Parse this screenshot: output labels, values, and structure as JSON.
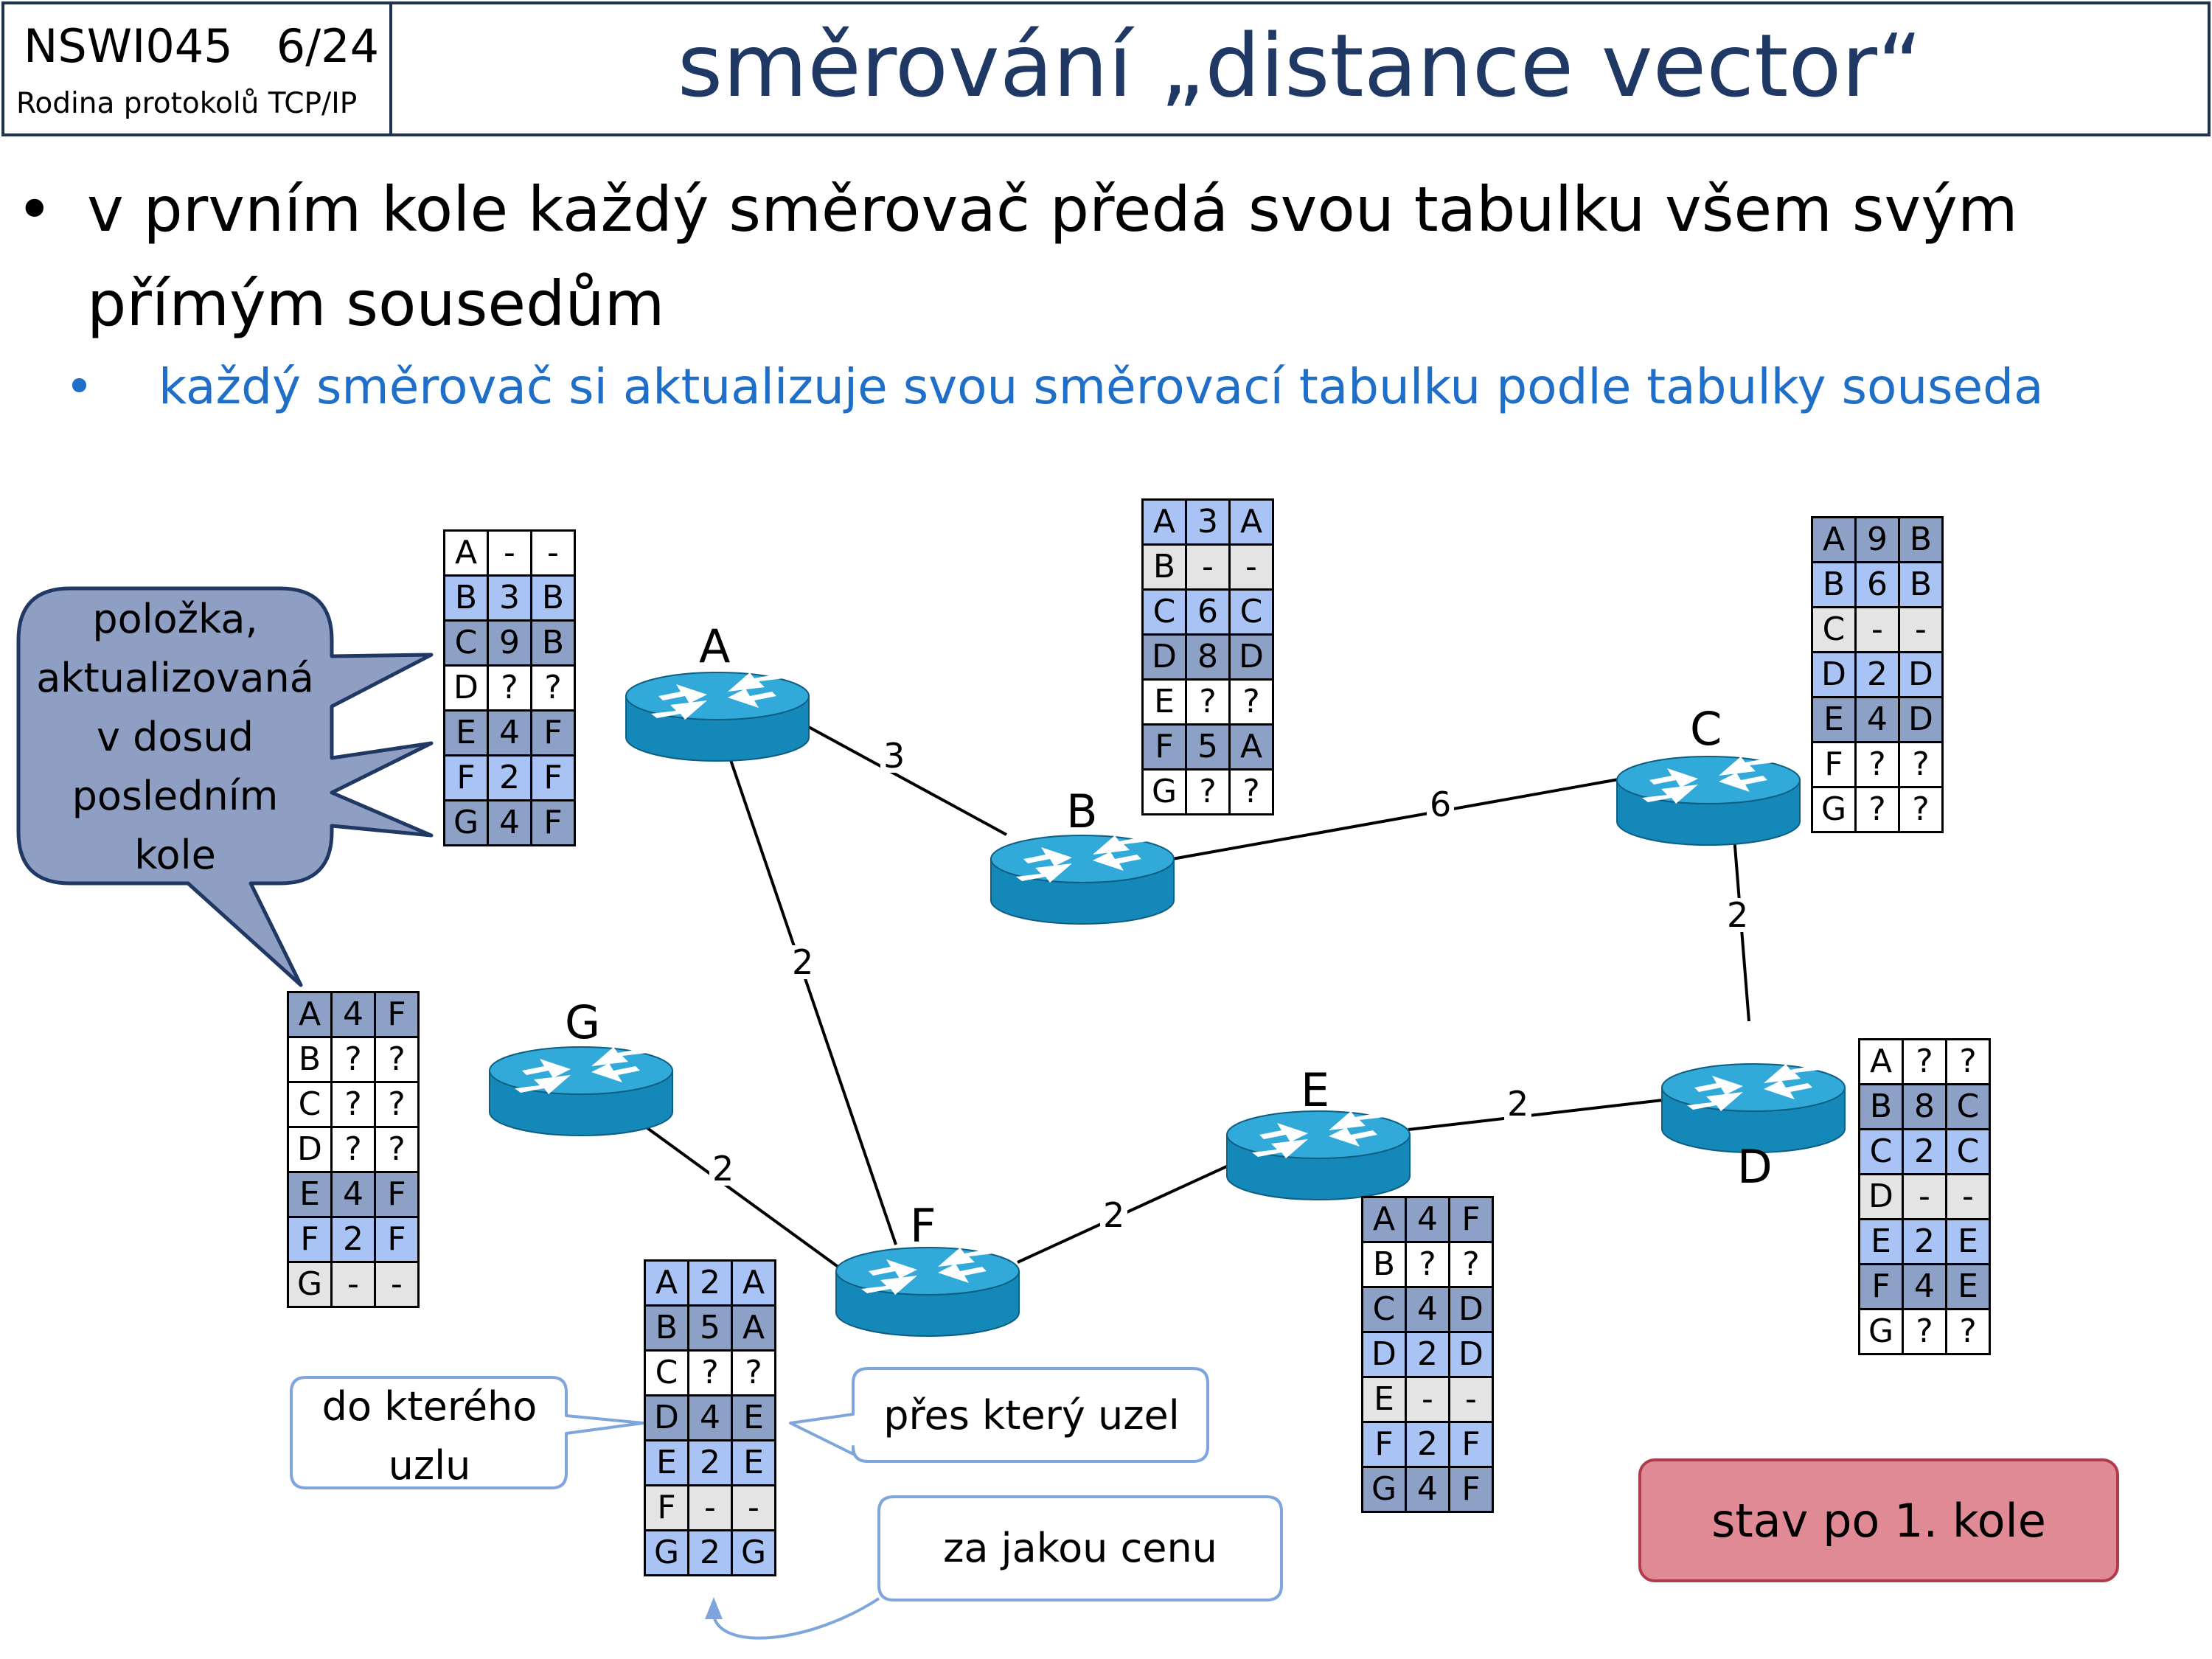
{
  "header": {
    "course": "NSWI045   6/24",
    "course_subtitle": "Rodina protokolů TCP/IP",
    "title": "směrování „distance vector“"
  },
  "bullets": {
    "level1": "v prvním kole každý směrovač předá svou tabulku všem svým přímým sousedům",
    "level2": "každý směrovač si aktualizuje svou směrovací tabulku podle tabulky souseda"
  },
  "nodes": {
    "A": "A",
    "B": "B",
    "C": "C",
    "D": "D",
    "E": "E",
    "F": "F",
    "G": "G"
  },
  "edges": {
    "AB": "3",
    "AF": "2",
    "BC": "6",
    "CD": "2",
    "DE": "2",
    "EF": "2",
    "GF": "2"
  },
  "callouts": {
    "updated": "položka, aktualizovaná v dosud posledním kole",
    "dest_line1": "do kterého",
    "dest_line2": "uzlu",
    "via": "přes který uzel",
    "cost": "za jakou cenu"
  },
  "status": "stav po 1. kole",
  "colors": {
    "title": "#1f3864",
    "subbullet": "#1f6fc8",
    "cell_default": "#ffffff",
    "cell_light": "#a9c4f4",
    "cell_updated": "#8da0c6",
    "cell_self": "#e4e4e4",
    "router_body": "#1488b8",
    "router_top": "#31a9d9",
    "callout_fill": "#8f9ec3",
    "status_fill": "#e08a96"
  },
  "tables": {
    "A": [
      [
        "A",
        "-",
        "-"
      ],
      [
        "B",
        "3",
        "B"
      ],
      [
        "C",
        "9",
        "B"
      ],
      [
        "D",
        "?",
        "?"
      ],
      [
        "E",
        "4",
        "F"
      ],
      [
        "F",
        "2",
        "F"
      ],
      [
        "G",
        "4",
        "F"
      ]
    ],
    "B": [
      [
        "A",
        "3",
        "A"
      ],
      [
        "B",
        "-",
        "-"
      ],
      [
        "C",
        "6",
        "C"
      ],
      [
        "D",
        "8",
        "D"
      ],
      [
        "E",
        "?",
        "?"
      ],
      [
        "F",
        "5",
        "A"
      ],
      [
        "G",
        "?",
        "?"
      ]
    ],
    "C": [
      [
        "A",
        "9",
        "B"
      ],
      [
        "B",
        "6",
        "B"
      ],
      [
        "C",
        "-",
        "-"
      ],
      [
        "D",
        "2",
        "D"
      ],
      [
        "E",
        "4",
        "D"
      ],
      [
        "F",
        "?",
        "?"
      ],
      [
        "G",
        "?",
        "?"
      ]
    ],
    "D": [
      [
        "A",
        "?",
        "?"
      ],
      [
        "B",
        "8",
        "C"
      ],
      [
        "C",
        "2",
        "C"
      ],
      [
        "D",
        "-",
        "-"
      ],
      [
        "E",
        "2",
        "E"
      ],
      [
        "F",
        "4",
        "E"
      ],
      [
        "G",
        "?",
        "?"
      ]
    ],
    "E": [
      [
        "A",
        "4",
        "F"
      ],
      [
        "B",
        "?",
        "?"
      ],
      [
        "C",
        "4",
        "D"
      ],
      [
        "D",
        "2",
        "D"
      ],
      [
        "E",
        "-",
        "-"
      ],
      [
        "F",
        "2",
        "F"
      ],
      [
        "G",
        "4",
        "F"
      ]
    ],
    "F": [
      [
        "A",
        "2",
        "A"
      ],
      [
        "B",
        "5",
        "A"
      ],
      [
        "C",
        "?",
        "?"
      ],
      [
        "D",
        "4",
        "E"
      ],
      [
        "E",
        "2",
        "E"
      ],
      [
        "F",
        "-",
        "-"
      ],
      [
        "G",
        "2",
        "G"
      ]
    ],
    "G": [
      [
        "A",
        "4",
        "F"
      ],
      [
        "B",
        "?",
        "?"
      ],
      [
        "C",
        "?",
        "?"
      ],
      [
        "D",
        "?",
        "?"
      ],
      [
        "E",
        "4",
        "F"
      ],
      [
        "F",
        "2",
        "F"
      ],
      [
        "G",
        "-",
        "-"
      ]
    ]
  }
}
